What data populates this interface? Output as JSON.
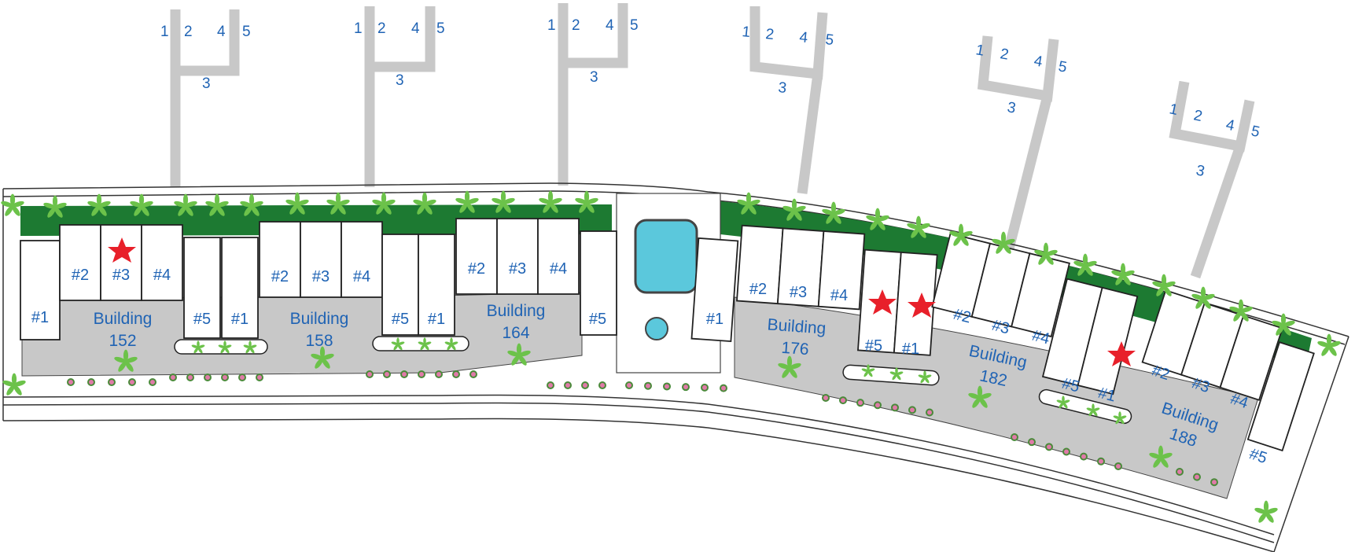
{
  "colors": {
    "label_blue": "#1f63b4",
    "lawn_green": "#1d7a32",
    "palm_green": "#6cc24a",
    "pool_blue": "#5bc8dc",
    "walkway_gray": "#c8c8c8",
    "star_red": "#e8202a",
    "flower_pink": "#e07aa8"
  },
  "unit_labels": {
    "u1": "#1",
    "u2": "#2",
    "u3": "#3",
    "u4": "#4",
    "u5": "#5"
  },
  "building_word": "Building",
  "buildings": [
    {
      "id": "152",
      "number": "152",
      "starred_units": [
        "#3"
      ]
    },
    {
      "id": "158",
      "number": "158",
      "starred_units": []
    },
    {
      "id": "164",
      "number": "164",
      "starred_units": []
    },
    {
      "id": "176",
      "number": "176",
      "starred_units": [
        "#5",
        "#1"
      ]
    },
    {
      "id": "182",
      "number": "182",
      "starred_units": [
        "#1"
      ]
    },
    {
      "id": "188",
      "number": "188",
      "starred_units": []
    }
  ],
  "dock_labels": {
    "slip1": "1",
    "slip2": "2",
    "slip3": "3",
    "slip4": "4",
    "slip5": "5"
  },
  "docks": [
    {
      "building": "152"
    },
    {
      "building": "158"
    },
    {
      "building": "164"
    },
    {
      "building": "176"
    },
    {
      "building": "182"
    },
    {
      "building": "188"
    }
  ],
  "amenity": "pool",
  "icons": [
    "palm-tree-icon",
    "flower-icon",
    "star-marker-icon",
    "pool-icon",
    "dock-icon"
  ]
}
